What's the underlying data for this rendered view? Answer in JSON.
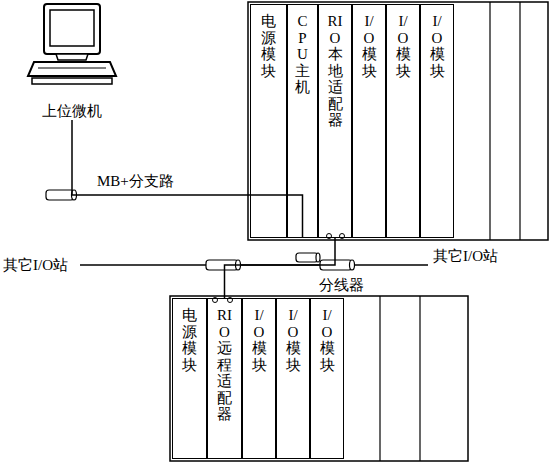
{
  "diagram": {
    "nodes": [
      {
        "text": [
          "上位微机"
        ]
      },
      {
        "text": [
          "电源模块"
        ]
      },
      {
        "text": [
          "CPU主机"
        ]
      },
      {
        "text": [
          "RIO本地适配器"
        ]
      },
      {
        "text": [
          "I/O模块"
        ]
      },
      {
        "text": [
          "I/O模块"
        ]
      },
      {
        "text": [
          "I/O模块"
        ]
      },
      {
        "text": [
          "电源模块"
        ]
      },
      {
        "text": [
          "RIO远程适配器"
        ]
      },
      {
        "text": [
          "I/O模块"
        ]
      },
      {
        "text": [
          "I/O模块"
        ]
      },
      {
        "text": [
          "I/O模块"
        ]
      }
    ],
    "edges": [
      {
        "from": 0,
        "to": 2,
        "label": "MB+分支路",
        "arrow": "none"
      },
      {
        "from": 3,
        "to": 8,
        "arrow": "none"
      }
    ],
    "labels": [
      "其它I/O站",
      "其它I/O站",
      "分线器"
    ]
  }
}
